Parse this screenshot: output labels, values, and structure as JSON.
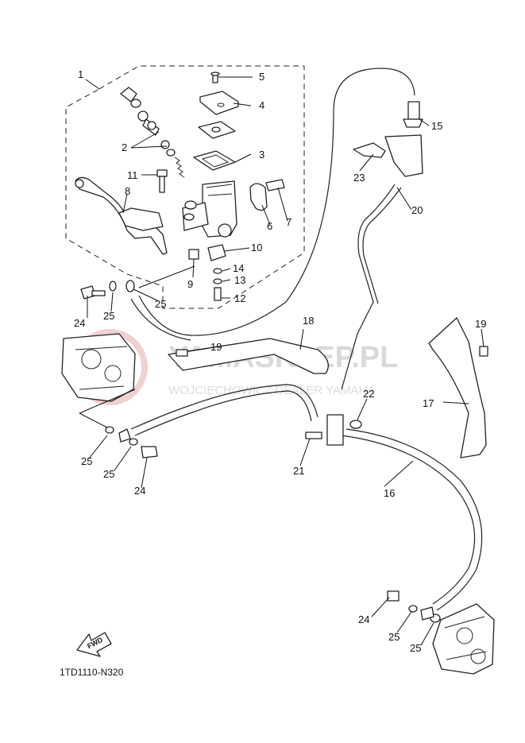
{
  "diagram_code": "1TD1110-N320",
  "fwd_arrow_text": "FWD",
  "watermark": {
    "brand": "YAMASKLEP.PL",
    "subtitle": "WOJCIECHOWICZ DEALER YAMAHA",
    "color": "#e0a0a0"
  },
  "callouts": [
    {
      "id": "c1",
      "text": "1"
    },
    {
      "id": "c2",
      "text": "2"
    },
    {
      "id": "c3",
      "text": "3"
    },
    {
      "id": "c4",
      "text": "4"
    },
    {
      "id": "c5",
      "text": "5"
    },
    {
      "id": "c6",
      "text": "6"
    },
    {
      "id": "c7",
      "text": "7"
    },
    {
      "id": "c8",
      "text": "8"
    },
    {
      "id": "c9",
      "text": "9"
    },
    {
      "id": "c10",
      "text": "10"
    },
    {
      "id": "c11",
      "text": "11"
    },
    {
      "id": "c12",
      "text": "12"
    },
    {
      "id": "c13",
      "text": "13"
    },
    {
      "id": "c14",
      "text": "14"
    },
    {
      "id": "c15",
      "text": "15"
    },
    {
      "id": "c16",
      "text": "16"
    },
    {
      "id": "c17",
      "text": "17"
    },
    {
      "id": "c18",
      "text": "18"
    },
    {
      "id": "c19a",
      "text": "19"
    },
    {
      "id": "c19b",
      "text": "19"
    },
    {
      "id": "c20",
      "text": "20"
    },
    {
      "id": "c21",
      "text": "21"
    },
    {
      "id": "c22",
      "text": "22"
    },
    {
      "id": "c23",
      "text": "23"
    },
    {
      "id": "c24a",
      "text": "24"
    },
    {
      "id": "c24b",
      "text": "24"
    },
    {
      "id": "c24c",
      "text": "24"
    },
    {
      "id": "c25a",
      "text": "25"
    },
    {
      "id": "c25b",
      "text": "25"
    },
    {
      "id": "c25c",
      "text": "25"
    },
    {
      "id": "c25d",
      "text": "25"
    },
    {
      "id": "c25e",
      "text": "25"
    },
    {
      "id": "c25f",
      "text": "25"
    }
  ]
}
